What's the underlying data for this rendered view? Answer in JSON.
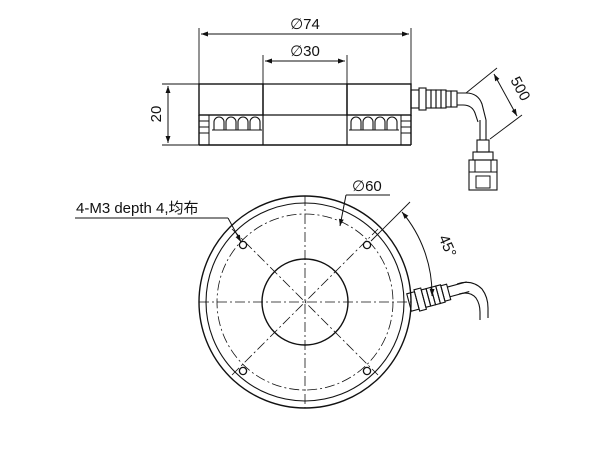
{
  "view_top": {
    "outer_diameter": "∅74",
    "inner_diameter": "∅30",
    "height": "20",
    "cable_length": "500"
  },
  "view_bottom": {
    "hole_spec": "4-M3 depth 4,均布",
    "bolt_circle_diameter": "∅60",
    "hole_angle": "45°"
  }
}
